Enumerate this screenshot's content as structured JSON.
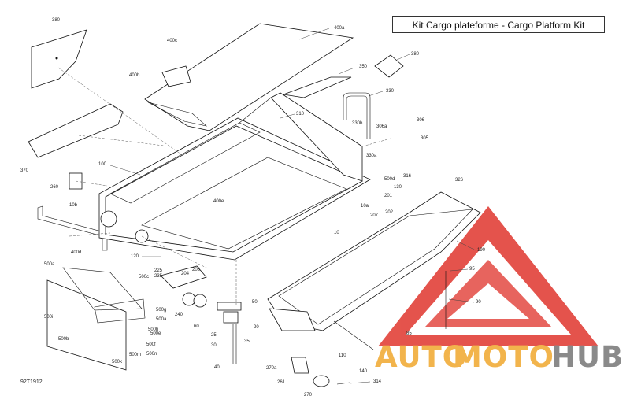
{
  "title": "Kit Cargo plateforme - Cargo Platform Kit",
  "diagram_code": "92T1912",
  "watermark": {
    "brand_part1": "AUTO",
    "brand_part2": "MOTO",
    "brand_part3": "HUB",
    "color_orange": "#F2B44C",
    "color_red": "#E0362D",
    "color_gray": "#8A8A8A"
  },
  "callouts": [
    "380",
    "400a",
    "400c",
    "400b",
    "350",
    "380",
    "330",
    "310",
    "306",
    "306a",
    "305",
    "330b",
    "330a",
    "370",
    "100",
    "260",
    "10b",
    "400e",
    "500d",
    "316",
    "326",
    "130",
    "201",
    "10a",
    "207",
    "202",
    "10",
    "190",
    "95",
    "90",
    "85",
    "120",
    "400d",
    "500a",
    "500c",
    "225",
    "235",
    "204",
    "203",
    "500g",
    "500a",
    "500e",
    "500h",
    "500f",
    "500i",
    "500b",
    "500m",
    "500n",
    "500k",
    "240",
    "60",
    "50",
    "25",
    "20",
    "30",
    "35",
    "40",
    "110",
    "140",
    "270a",
    "261",
    "270",
    "314"
  ]
}
